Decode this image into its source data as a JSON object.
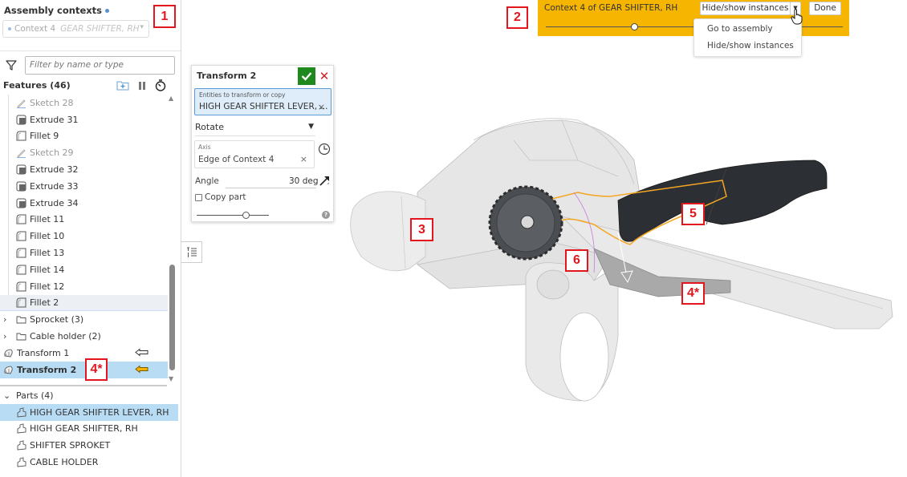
{
  "assembly_contexts": {
    "title": "Assembly contexts",
    "selected_context": "Context 4",
    "selected_assembly": "GEAR SHIFTER, RH"
  },
  "filter": {
    "placeholder": "Filter by name or type"
  },
  "features": {
    "header": "Features (46)",
    "items": [
      {
        "label": "Sketch 28",
        "type": "sketch"
      },
      {
        "label": "Extrude 31",
        "type": "extrude"
      },
      {
        "label": "Fillet 9",
        "type": "fillet"
      },
      {
        "label": "Sketch 29",
        "type": "sketch"
      },
      {
        "label": "Extrude 32",
        "type": "extrude"
      },
      {
        "label": "Extrude 33",
        "type": "extrude"
      },
      {
        "label": "Extrude 34",
        "type": "extrude"
      },
      {
        "label": "Fillet 11",
        "type": "fillet"
      },
      {
        "label": "Fillet 10",
        "type": "fillet"
      },
      {
        "label": "Fillet 13",
        "type": "fillet"
      },
      {
        "label": "Fillet 14",
        "type": "fillet"
      },
      {
        "label": "Fillet 12",
        "type": "fillet"
      },
      {
        "label": "Fillet 2",
        "type": "fillet"
      },
      {
        "label": "Sprocket (3)",
        "type": "folder"
      },
      {
        "label": "Cable holder (2)",
        "type": "folder"
      },
      {
        "label": "Transform 1",
        "type": "transform"
      },
      {
        "label": "Transform 2",
        "type": "transform"
      }
    ]
  },
  "parts": {
    "header": "Parts (4)",
    "items": [
      "HIGH GEAR SHIFTER LEVER, RH",
      "HIGH GEAR SHIFTER, RH",
      "SHIFTER SPROKET",
      "CABLE HOLDER"
    ]
  },
  "dialog": {
    "title": "Transform 2",
    "entities_label": "Entities to transform or copy",
    "entities_value": "HIGH GEAR SHIFTER LEVER, ...",
    "type_value": "Rotate",
    "axis_label": "Axis",
    "axis_value": "Edge of Context 4",
    "angle_label": "Angle",
    "angle_value": "30 deg",
    "copy_part_label": "Copy part",
    "clear_glyph": "×",
    "help_glyph": "?"
  },
  "context_banner": {
    "title": "Context 4 of GEAR SHIFTER, RH",
    "hide_show_button": "Hide/show instances",
    "done_button": "Done",
    "menu_items": [
      "Go to assembly",
      "Hide/show instances"
    ],
    "color": "#f6b500"
  },
  "callouts": [
    "1",
    "2",
    "3",
    "4*",
    "5",
    "6",
    "4*"
  ],
  "colors": {
    "callout_red": "#e2161c",
    "selection_blue": "#b8dcf3",
    "ok_green": "#1e8a1e",
    "highlight_orange": "#f5a623"
  }
}
